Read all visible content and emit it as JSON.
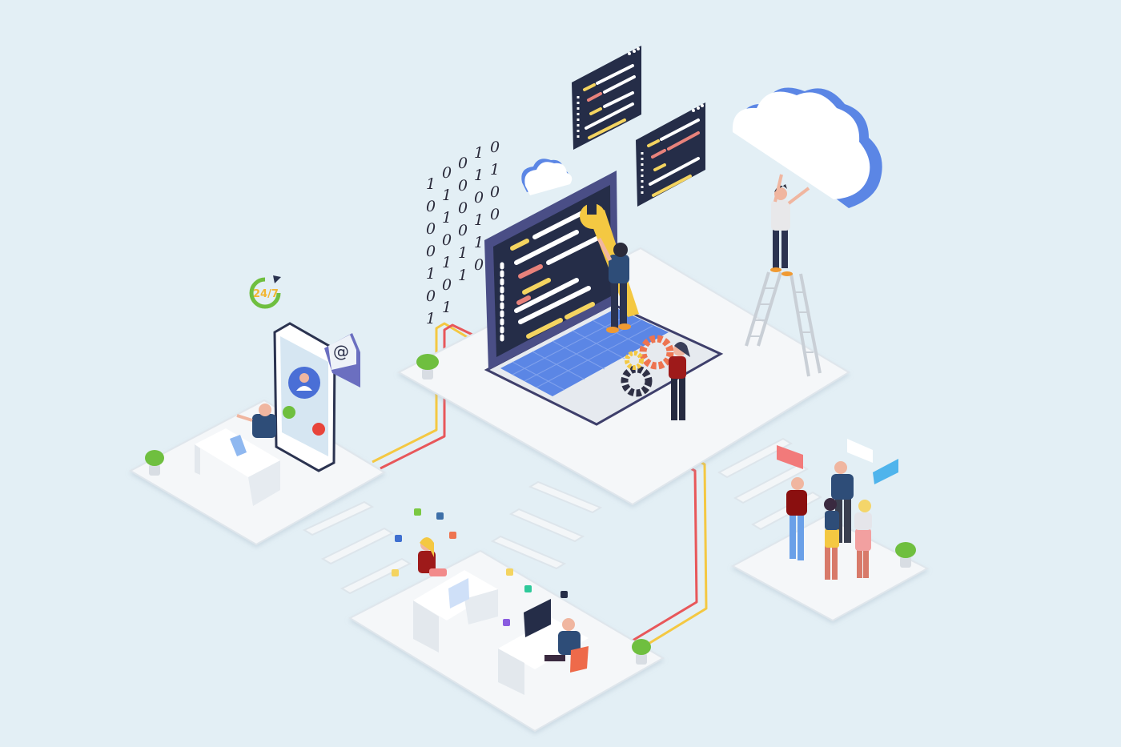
{
  "scene": {
    "title": "Isometric IT support & cloud services illustration",
    "background": "#e3eff5",
    "colors": {
      "platform": "#f5f7f9",
      "platform_edge": "#dfe6ec",
      "navy": "#2b3350",
      "accent_blue": "#5b86e5",
      "accent_yellow": "#f4c842",
      "accent_red": "#e8575a",
      "code_red": "#e8827b",
      "gear_orange": "#ee7450",
      "plant_green": "#6fbf3f"
    }
  },
  "binary_columns": [
    [
      "1",
      "0",
      "0",
      "0",
      "1",
      "0",
      "1"
    ],
    [
      "0",
      "1",
      "1",
      "0",
      "1",
      "0",
      "1"
    ],
    [
      "0",
      "0",
      "0",
      "0",
      "1",
      "1"
    ],
    [
      "1",
      "1",
      "0",
      "1",
      "1",
      "0"
    ],
    [
      "0",
      "1",
      "0",
      "0"
    ]
  ],
  "support_badge": {
    "text": "24/7"
  },
  "email_icon": {
    "symbol": "@"
  },
  "stations": [
    {
      "name": "support-desk",
      "description": "Agent with headset at desk next to phone with incoming call"
    },
    {
      "name": "dev-laptop",
      "description": "Engineer fixing code on laptop with wrench, woman holding gears"
    },
    {
      "name": "cloud-ladder",
      "description": "Man on ladder holding up a cloud"
    },
    {
      "name": "team-chat",
      "description": "Team of four chatting with speech bubbles"
    },
    {
      "name": "office",
      "description": "Two employees at desks with app icons floating"
    }
  ]
}
